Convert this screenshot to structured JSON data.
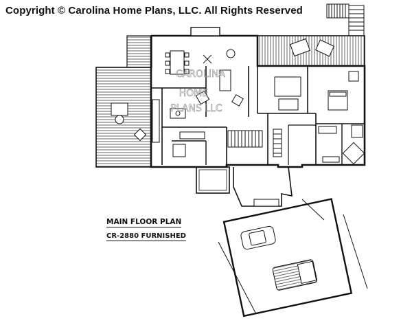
{
  "header": {
    "copyright": "Copyright © Carolina Home Plans, LLC. All Rights Reserved"
  },
  "watermark": {
    "line1": "CAROLINA",
    "line2": "HOME",
    "line3": "PLANS LLC"
  },
  "plan": {
    "title": "MAIN FLOOR PLAN",
    "subtitle": "CR-2880 FURNISHED"
  },
  "colors": {
    "ink": "#111111",
    "paper": "#ffffff",
    "watermark": "#9a9a9a"
  }
}
